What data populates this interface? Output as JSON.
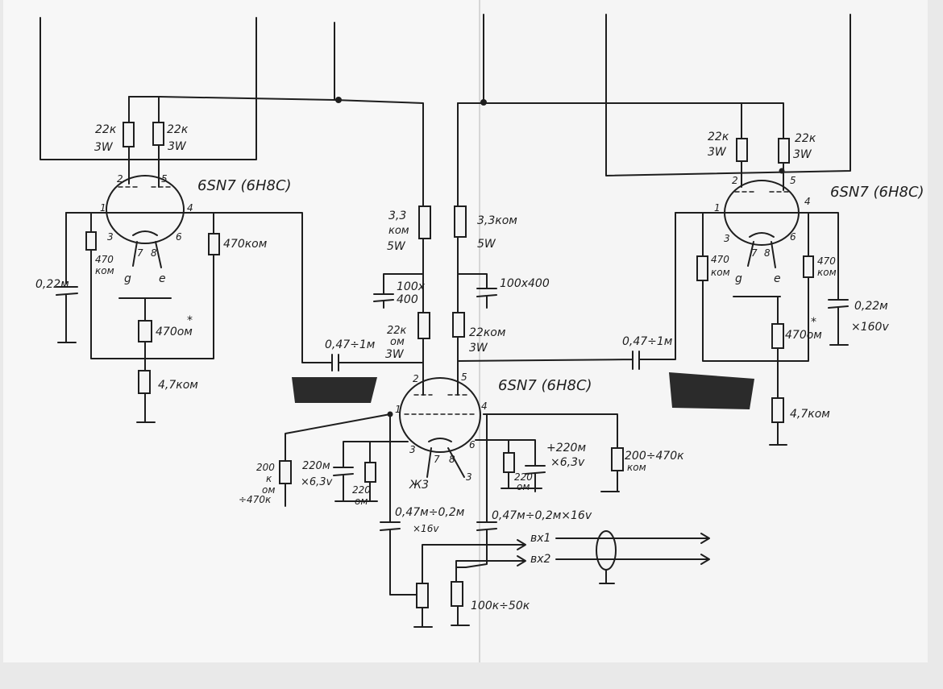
{
  "tubes": {
    "left": "6SN7 (6H8C)",
    "center": "6SN7 (6H8C)",
    "right": "6SN7 (6H8C)"
  },
  "left_stage": {
    "r_anode_a_1": "22к",
    "r_anode_a_2": "3W",
    "r_anode_b_1": "22к",
    "r_anode_b_2": "3W",
    "r_grid_1": "470",
    "r_grid_2": "ком",
    "r_grid2": "470ком",
    "cap": "0,22м",
    "r_cathode": "470ом",
    "r_cathode_star": "*",
    "r_bottom": "4,7ком",
    "heater_g": "g",
    "heater_e": "e"
  },
  "center_stage": {
    "r_left_1": "3,3",
    "r_left_2": "ком",
    "r_left_3": "5W",
    "r_right_1": "3,3ком",
    "r_right_2": "5W",
    "cap_left_1": "100х",
    "cap_left_2": "400",
    "cap_right": "100х400",
    "r_load_left_1": "22к",
    "r_load_left_2": "ом",
    "r_load_left_3": "3W",
    "r_load_right_1": "22ком",
    "r_load_right_2": "3W",
    "coupling_left": "0,47÷1м",
    "coupling_right": "0,47÷1м",
    "r_grid_left_1": "200",
    "r_grid_left_2": "к",
    "r_grid_left_3": "ом",
    "r_grid_left_4": "÷470к",
    "cap_k_left_1": "220м",
    "cap_k_left_2": "×6,3v",
    "r_k_left_1": "220",
    "r_k_left_2": "ом",
    "cap_k_right_1": "+220м",
    "cap_k_right_2": "×6,3v",
    "r_k_right_1": "220",
    "r_k_right_2": "ом",
    "r_grid_right_1": "200÷470к",
    "r_grid_right_2": "ком",
    "heater_left": "Ж3",
    "input_cap_left_1": "0,47м÷0,2м",
    "input_cap_left_2": "×16v",
    "input_cap_right": "0,47м÷0,2м×16v",
    "input_1": "вх1",
    "input_2": "вх2",
    "pot": "100к÷50к"
  },
  "right_stage": {
    "r_anode_a_1": "22к",
    "r_anode_a_2": "3W",
    "r_anode_b_1": "22к",
    "r_anode_b_2": "3W",
    "r_grid_1": "470",
    "r_grid_2": "ком",
    "r_grid2_1": "470",
    "r_grid2_2": "ком",
    "cap_1": "0,22м",
    "cap_2": "×160v",
    "r_cathode": "470ом",
    "r_cathode_star": "*",
    "r_bottom": "4,7ком",
    "heater_g": "g",
    "heater_e": "e"
  },
  "pins": {
    "p1": "1",
    "p2": "2",
    "p3": "3",
    "p4": "4",
    "p5": "5",
    "p6": "6",
    "p7": "7",
    "p8": "8"
  }
}
